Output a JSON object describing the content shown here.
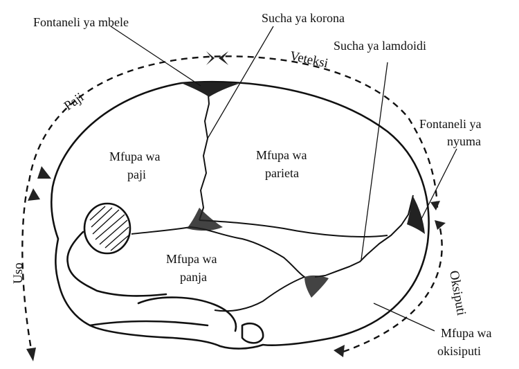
{
  "labels": {
    "anterior_fontanelle": "Fontaneli ya mbele",
    "coronal_suture": "Sucha ya korona",
    "lambdoid_suture": "Sucha ya lamdoidi",
    "posterior_fontanelle_line1": "Fontaneli ya",
    "posterior_fontanelle_line2": "nyuma",
    "frontal_bone_line1": "Mfupa wa",
    "frontal_bone_line2": "paji",
    "parietal_bone_line1": "Mfupa wa",
    "parietal_bone_line2": "parieta",
    "temporal_bone_line1": "Mfupa wa",
    "temporal_bone_line2": "panja",
    "occipital_bone_line1": "Mfupa wa",
    "occipital_bone_line2": "okisiputi"
  },
  "directions": {
    "vertex": "Veteksi",
    "forehead": "Paji",
    "face": "Uso",
    "occiput": "Oksiputi"
  },
  "colors": {
    "ink": "#111111",
    "background": "#ffffff"
  }
}
